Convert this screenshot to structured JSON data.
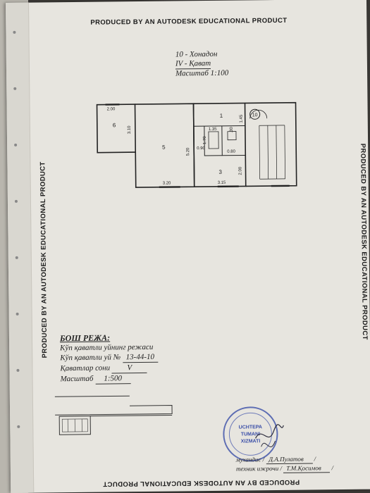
{
  "watermark": "PRODUCED BY AN AUTODESK EDUCATIONAL PRODUCT",
  "header": {
    "apartment": "10 - Хонадон",
    "floor": "IV - Қават",
    "scale": "Масштаб 1:100"
  },
  "plan": {
    "rooms": [
      "6",
      "5",
      "1",
      "3"
    ],
    "stair_number": "10",
    "dims": [
      "2.00",
      "3.10",
      "5.20",
      "3.20",
      "3.15",
      "1.35",
      "0.90",
      "1.45",
      "1.70",
      "0.80",
      "2.00",
      ".30"
    ]
  },
  "notes": {
    "title": "БОШ РЕЖА:",
    "line1": "Кўп қаватли уйнинг режаси",
    "house_label": "Кўп қаватли уй №",
    "house_no": "13-44-10",
    "floors_label": "Қаватлар сони",
    "floors_value": "V",
    "scale_label": "Масштаб",
    "scale_value": "1:500"
  },
  "stamp": {
    "line1": "UCHTEPA",
    "line2": "TUMANI",
    "line3": "XIZMATI"
  },
  "signatures": {
    "row1_label": "мухандис",
    "row1_name": "Д.А.Пулатов",
    "row2_label": "техник ижрочи",
    "row2_name": "Т.М.Қосимов",
    "slash": "/"
  },
  "colors": {
    "paper": "#e7e5df",
    "ink": "#1b1b1b",
    "stamp": "#3b4fa8"
  }
}
